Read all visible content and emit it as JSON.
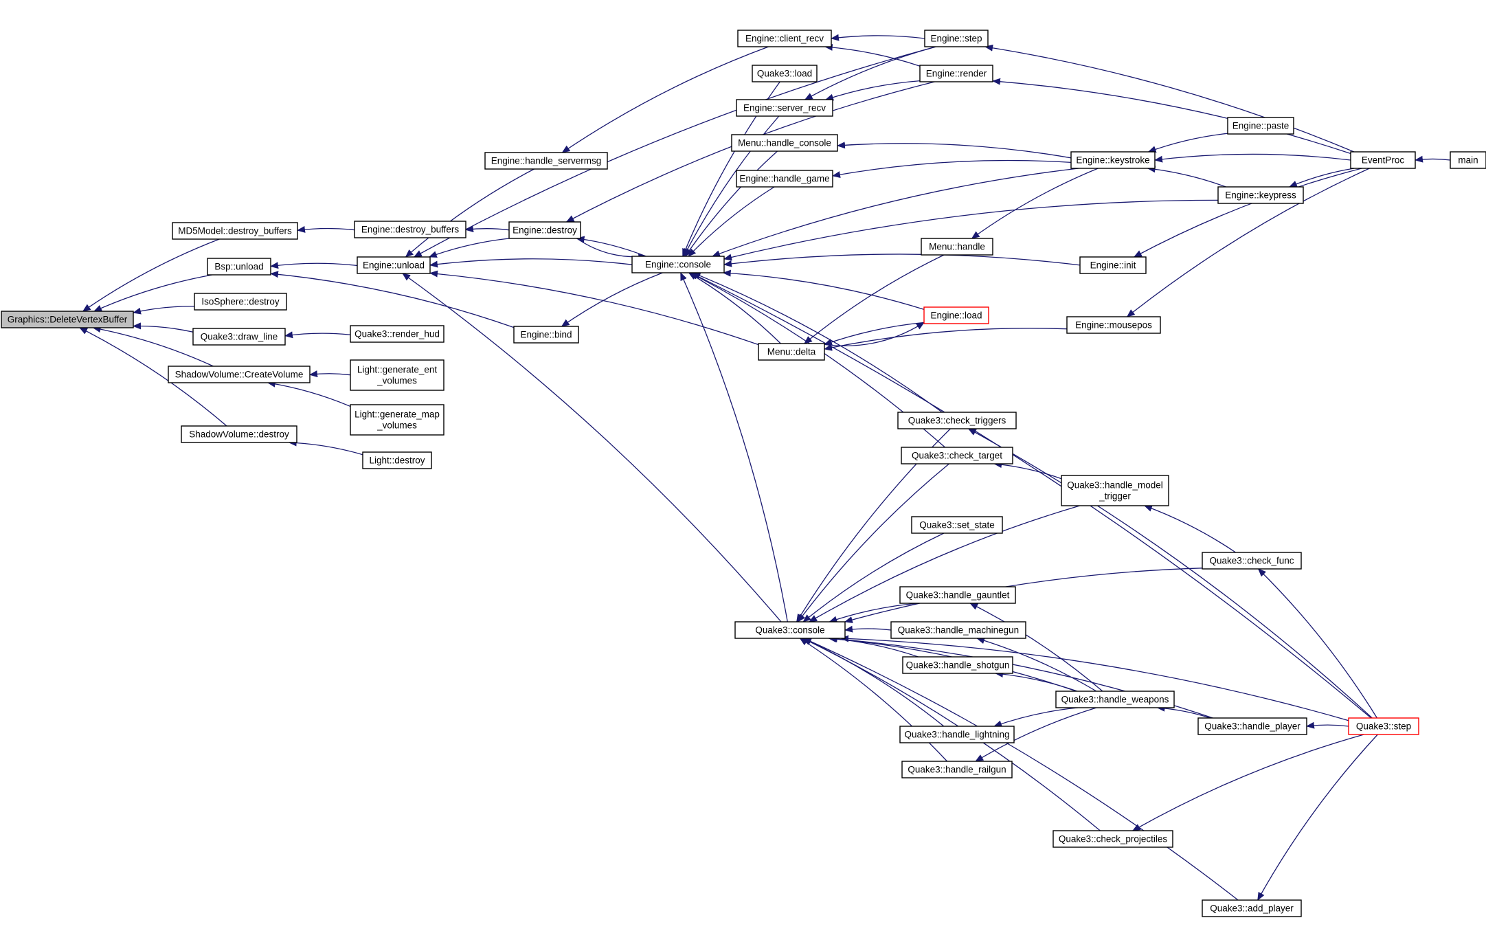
{
  "title": "Call graph of Graphics::DeleteVertexBuffer",
  "colors": {
    "edge": "#191970",
    "node_border": "#000000",
    "node_border_truncated": "#ff0000",
    "focus_fill": "#bfbfbf",
    "node_fill": "#ffffff",
    "text": "#000000"
  },
  "nodes": [
    {
      "id": "n0",
      "label": "Graphics::DeleteVertexBuffer",
      "focus": true
    },
    {
      "id": "n1",
      "label": "MD5Model::destroy_buffers"
    },
    {
      "id": "n2",
      "label": "Bsp::unload"
    },
    {
      "id": "n3",
      "label": "IsoSphere::destroy"
    },
    {
      "id": "n4",
      "label": "Quake3::draw_line"
    },
    {
      "id": "n5",
      "label": "ShadowVolume::CreateVolume"
    },
    {
      "id": "n6",
      "label": "ShadowVolume::destroy"
    },
    {
      "id": "n7",
      "label": "Engine::destroy_buffers"
    },
    {
      "id": "n8",
      "label": "Engine::unload"
    },
    {
      "id": "n9",
      "label": "Quake3::render_hud"
    },
    {
      "id": "n10",
      "label": "Light::generate_ent_volumes",
      "lines": [
        "Light::generate_ent",
        "_volumes"
      ]
    },
    {
      "id": "n11",
      "label": "Light::generate_map_volumes",
      "lines": [
        "Light::generate_map",
        "_volumes"
      ]
    },
    {
      "id": "n12",
      "label": "Light::destroy"
    },
    {
      "id": "n13",
      "label": "Engine::handle_servermsg"
    },
    {
      "id": "n14",
      "label": "Engine::destroy"
    },
    {
      "id": "n15",
      "label": "Engine::bind"
    },
    {
      "id": "n16",
      "label": "Engine::console"
    },
    {
      "id": "n17",
      "label": "Engine::client_recv"
    },
    {
      "id": "n18",
      "label": "Quake3::load"
    },
    {
      "id": "n19",
      "label": "Engine::server_recv"
    },
    {
      "id": "n20",
      "label": "Menu::handle_console"
    },
    {
      "id": "n21",
      "label": "Engine::handle_game"
    },
    {
      "id": "n22",
      "label": "Menu::delta"
    },
    {
      "id": "n23",
      "label": "Quake3::console"
    },
    {
      "id": "n24",
      "label": "Engine::step"
    },
    {
      "id": "n25",
      "label": "Engine::render"
    },
    {
      "id": "n26",
      "label": "Engine::keystroke"
    },
    {
      "id": "n27",
      "label": "Menu::handle"
    },
    {
      "id": "n28",
      "label": "Engine::load",
      "truncated": true
    },
    {
      "id": "n29",
      "label": "Engine::mousepos"
    },
    {
      "id": "n30",
      "label": "Engine::paste"
    },
    {
      "id": "n31",
      "label": "Engine::keypress"
    },
    {
      "id": "n32",
      "label": "Engine::init"
    },
    {
      "id": "n33",
      "label": "EventProc"
    },
    {
      "id": "n34",
      "label": "main"
    },
    {
      "id": "n35",
      "label": "Quake3::check_triggers"
    },
    {
      "id": "n36",
      "label": "Quake3::check_target"
    },
    {
      "id": "n37",
      "label": "Quake3::handle_model_trigger",
      "lines": [
        "Quake3::handle_model",
        "_trigger"
      ]
    },
    {
      "id": "n38",
      "label": "Quake3::set_state"
    },
    {
      "id": "n39",
      "label": "Quake3::check_func"
    },
    {
      "id": "n40",
      "label": "Quake3::handle_gauntlet"
    },
    {
      "id": "n41",
      "label": "Quake3::handle_machinegun"
    },
    {
      "id": "n42",
      "label": "Quake3::handle_shotgun"
    },
    {
      "id": "n43",
      "label": "Quake3::handle_weapons"
    },
    {
      "id": "n44",
      "label": "Quake3::handle_lightning"
    },
    {
      "id": "n45",
      "label": "Quake3::handle_railgun"
    },
    {
      "id": "n46",
      "label": "Quake3::handle_player"
    },
    {
      "id": "n47",
      "label": "Quake3::step",
      "truncated": true
    },
    {
      "id": "n48",
      "label": "Quake3::check_projectiles"
    },
    {
      "id": "n49",
      "label": "Quake3::add_player"
    }
  ],
  "edges": [
    {
      "from": "n1",
      "to": "n0"
    },
    {
      "from": "n2",
      "to": "n0"
    },
    {
      "from": "n3",
      "to": "n0"
    },
    {
      "from": "n4",
      "to": "n0"
    },
    {
      "from": "n5",
      "to": "n0"
    },
    {
      "from": "n6",
      "to": "n0"
    },
    {
      "from": "n7",
      "to": "n1"
    },
    {
      "from": "n8",
      "to": "n2"
    },
    {
      "from": "n15",
      "to": "n2"
    },
    {
      "from": "n9",
      "to": "n4"
    },
    {
      "from": "n10",
      "to": "n5"
    },
    {
      "from": "n11",
      "to": "n5"
    },
    {
      "from": "n12",
      "to": "n6"
    },
    {
      "from": "n14",
      "to": "n7"
    },
    {
      "from": "n13",
      "to": "n8"
    },
    {
      "from": "n14",
      "to": "n8"
    },
    {
      "from": "n16",
      "to": "n8"
    },
    {
      "from": "n22",
      "to": "n8"
    },
    {
      "from": "n23",
      "to": "n8"
    },
    {
      "from": "n24",
      "to": "n8"
    },
    {
      "from": "n17",
      "to": "n13"
    },
    {
      "from": "n16",
      "to": "n14"
    },
    {
      "from": "n25",
      "to": "n14"
    },
    {
      "from": "n16",
      "to": "n15"
    },
    {
      "from": "n14",
      "to": "n16"
    },
    {
      "from": "n18",
      "to": "n16"
    },
    {
      "from": "n19",
      "to": "n16"
    },
    {
      "from": "n20",
      "to": "n16"
    },
    {
      "from": "n21",
      "to": "n16"
    },
    {
      "from": "n22",
      "to": "n16"
    },
    {
      "from": "n23",
      "to": "n16"
    },
    {
      "from": "n26",
      "to": "n16"
    },
    {
      "from": "n31",
      "to": "n16"
    },
    {
      "from": "n32",
      "to": "n16"
    },
    {
      "from": "n28",
      "to": "n16"
    },
    {
      "from": "n35",
      "to": "n16"
    },
    {
      "from": "n36",
      "to": "n16"
    },
    {
      "from": "n47",
      "to": "n16"
    },
    {
      "from": "n24",
      "to": "n17"
    },
    {
      "from": "n25",
      "to": "n17"
    },
    {
      "from": "n24",
      "to": "n19"
    },
    {
      "from": "n25",
      "to": "n19"
    },
    {
      "from": "n26",
      "to": "n20"
    },
    {
      "from": "n26",
      "to": "n21"
    },
    {
      "from": "n27",
      "to": "n22"
    },
    {
      "from": "n28",
      "to": "n22"
    },
    {
      "from": "n29",
      "to": "n22"
    },
    {
      "from": "n22",
      "to": "n28"
    },
    {
      "from": "n35",
      "to": "n23"
    },
    {
      "from": "n36",
      "to": "n23"
    },
    {
      "from": "n37",
      "to": "n23"
    },
    {
      "from": "n38",
      "to": "n23"
    },
    {
      "from": "n39",
      "to": "n23"
    },
    {
      "from": "n40",
      "to": "n23"
    },
    {
      "from": "n41",
      "to": "n23"
    },
    {
      "from": "n42",
      "to": "n23"
    },
    {
      "from": "n43",
      "to": "n23"
    },
    {
      "from": "n44",
      "to": "n23"
    },
    {
      "from": "n45",
      "to": "n23"
    },
    {
      "from": "n46",
      "to": "n23"
    },
    {
      "from": "n47",
      "to": "n23"
    },
    {
      "from": "n48",
      "to": "n23"
    },
    {
      "from": "n49",
      "to": "n23"
    },
    {
      "from": "n33",
      "to": "n24"
    },
    {
      "from": "n33",
      "to": "n25"
    },
    {
      "from": "n30",
      "to": "n26"
    },
    {
      "from": "n31",
      "to": "n26"
    },
    {
      "from": "n33",
      "to": "n26"
    },
    {
      "from": "n26",
      "to": "n27"
    },
    {
      "from": "n33",
      "to": "n29"
    },
    {
      "from": "n33",
      "to": "n31"
    },
    {
      "from": "n33",
      "to": "n32"
    },
    {
      "from": "n34",
      "to": "n33"
    },
    {
      "from": "n47",
      "to": "n35"
    },
    {
      "from": "n37",
      "to": "n36"
    },
    {
      "from": "n39",
      "to": "n37"
    },
    {
      "from": "n47",
      "to": "n39"
    },
    {
      "from": "n43",
      "to": "n40"
    },
    {
      "from": "n43",
      "to": "n41"
    },
    {
      "from": "n43",
      "to": "n42"
    },
    {
      "from": "n43",
      "to": "n44"
    },
    {
      "from": "n43",
      "to": "n45"
    },
    {
      "from": "n46",
      "to": "n43"
    },
    {
      "from": "n47",
      "to": "n46"
    },
    {
      "from": "n47",
      "to": "n48"
    },
    {
      "from": "n47",
      "to": "n49"
    }
  ]
}
